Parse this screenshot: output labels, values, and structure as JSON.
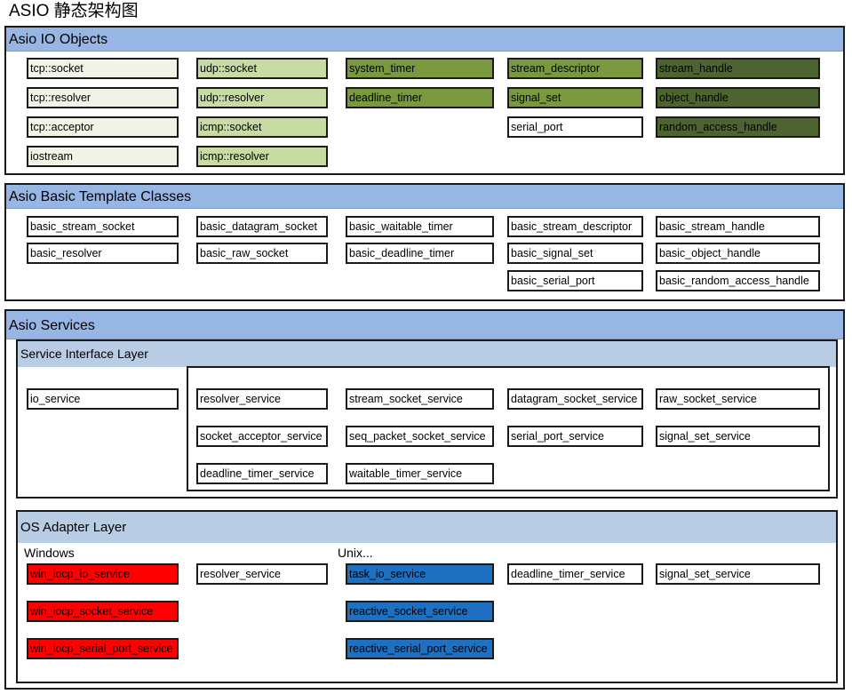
{
  "title": "ASIO 静态架构图",
  "colors": {
    "header_blue": "#98b6e4",
    "sub_header_blue": "#b8cce4",
    "ivory": "#f0f3e6",
    "light_green": "#c8dba4",
    "green": "#79993f",
    "dark_green": "#4e6430",
    "red": "#ff0000",
    "blue": "#1f70c1"
  },
  "io_objects": {
    "header": "Asio IO Objects",
    "tcp_socket": "tcp::socket",
    "tcp_resolver": "tcp::resolver",
    "tcp_acceptor": "tcp::acceptor",
    "iostream": "iostream",
    "udp_socket": "udp::socket",
    "udp_resolver": "udp::resolver",
    "icmp_socket": "icmp::socket",
    "icmp_resolver": "icmp::resolver",
    "system_timer": "system_timer",
    "deadline_timer": "deadline_timer",
    "stream_descriptor": "stream_descriptor",
    "signal_set": "signal_set",
    "serial_port": "serial_port",
    "stream_handle": "stream_handle",
    "object_handle": "object_handle",
    "random_access_handle": "random_access_handle"
  },
  "templates": {
    "header": "Asio Basic Template Classes",
    "basic_stream_socket": "basic_stream_socket",
    "basic_resolver": "basic_resolver",
    "basic_datagram_socket": "basic_datagram_socket",
    "basic_raw_socket": "basic_raw_socket",
    "basic_waitable_timer": "basic_waitable_timer",
    "basic_deadline_timer": "basic_deadline_timer",
    "basic_stream_descriptor": "basic_stream_descriptor",
    "basic_signal_set": "basic_signal_set",
    "basic_serial_port": "basic_serial_port",
    "basic_stream_handle": "basic_stream_handle",
    "basic_object_handle": "basic_object_handle",
    "basic_random_access_handle": "basic_random_access_handle"
  },
  "services": {
    "header": "Asio Services",
    "interface_layer": {
      "header": "Service Interface Layer",
      "io_service": "io_service",
      "resolver_service": "resolver_service",
      "stream_socket_service": "stream_socket_service",
      "datagram_socket_service": "datagram_socket_service",
      "raw_socket_service": "raw_socket_service",
      "socket_acceptor_service": "socket_acceptor_service",
      "seq_packet_socket_service": "seq_packet_socket_service",
      "serial_port_service": "serial_port_service",
      "signal_set_service": "signal_set_service",
      "deadline_timer_service": "deadline_timer_service",
      "waitable_timer_service": "waitable_timer_service"
    },
    "os_layer": {
      "header": "OS Adapter Layer",
      "windows_label": "Windows",
      "unix_label": "Unix...",
      "win_iocp_io_service": "win_iocp_io_service",
      "win_iocp_socket_service": "win_iocp_socket_service",
      "win_iocp_serial_port_service": "win_iocp_serial_port_service",
      "resolver_service": "resolver_service",
      "task_io_service": "task_io_service",
      "reactive_socket_service": "reactive_socket_service",
      "reactive_serial_port_service": "reactive_serial_port_service",
      "deadline_timer_service": "deadline_timer_service",
      "signal_set_service": "signal_set_service"
    }
  }
}
